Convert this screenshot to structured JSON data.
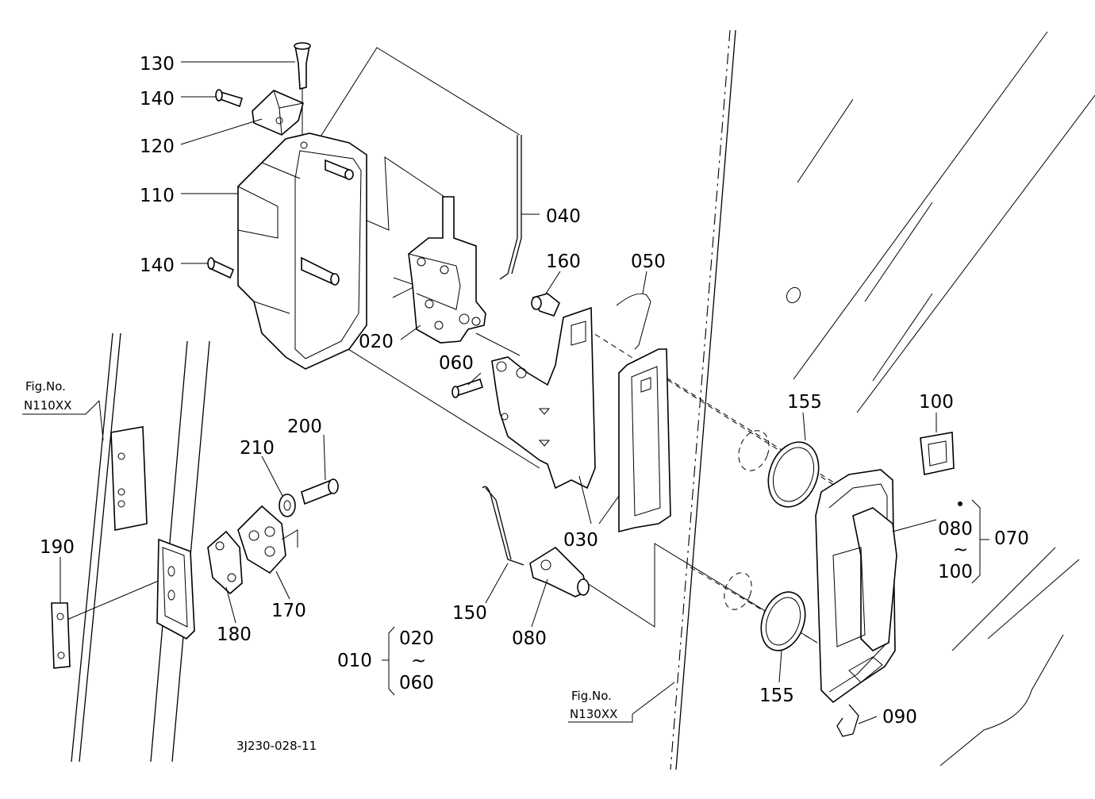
{
  "callouts": {
    "p130": "130",
    "p140a": "140",
    "p120": "120",
    "p110": "110",
    "p140b": "140",
    "p040": "040",
    "p160": "160",
    "p050": "050",
    "p020": "020",
    "p060": "060",
    "p030": "030",
    "p155a": "155",
    "p100": "100",
    "p080a": "080",
    "p070": "070",
    "p100b": "100",
    "p200": "200",
    "p210": "210",
    "p190": "190",
    "p180": "180",
    "p170": "170",
    "p150": "150",
    "p080b": "080",
    "p010": "010",
    "p020b": "020",
    "p060b": "060",
    "p155b": "155",
    "p090": "090",
    "tilde1": "~",
    "tilde2": "~"
  },
  "references": {
    "fig1_line1": "Fig.No.",
    "fig1_line2": "N110XX",
    "fig2_line1": "Fig.No.",
    "fig2_line2": "N130XX"
  },
  "drawing_code": "3J230-028-11"
}
